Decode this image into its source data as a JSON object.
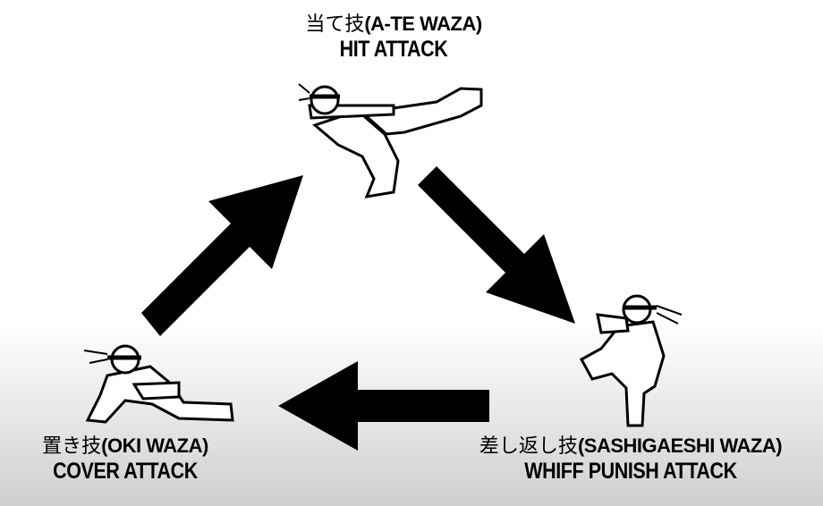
{
  "nodes": {
    "hit": {
      "japanese": "当て技",
      "romaji": "(A-TE WAZA)",
      "english": "HIT ATTACK"
    },
    "cover": {
      "japanese": "置き技",
      "romaji": "(OKI WAZA)",
      "english": "COVER ATTACK"
    },
    "whiff": {
      "japanese": "差し返し技",
      "romaji": "(SASHIGAESHI WAZA)",
      "english": "WHIFF PUNISH ATTACK"
    }
  },
  "cycle": [
    {
      "from": "cover",
      "to": "hit"
    },
    {
      "from": "hit",
      "to": "whiff"
    },
    {
      "from": "whiff",
      "to": "cover"
    }
  ],
  "colors": {
    "ink": "#000000",
    "figure_fill": "#ffffff"
  },
  "icons": [
    "kicking-fighter-icon",
    "crouching-fighter-icon",
    "knee-raise-fighter-icon"
  ]
}
